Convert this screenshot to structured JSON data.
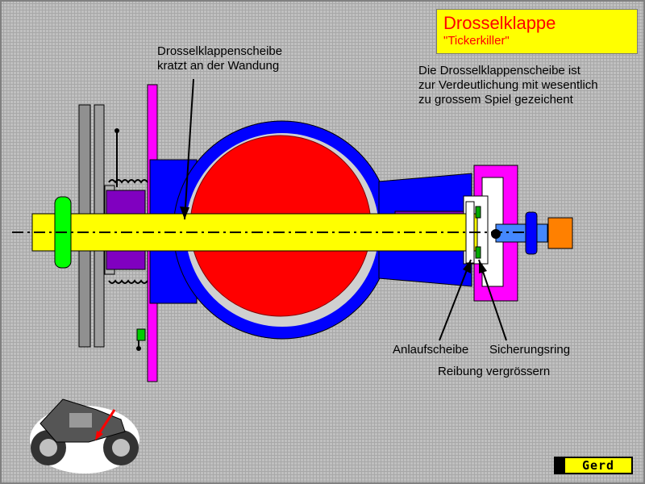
{
  "title": {
    "main": "Drosselklappe",
    "sub": "\"Tickerkiller\""
  },
  "labels": {
    "scraping_line1": "Drosselklappenscheibe",
    "scraping_line2": "kratzt an der Wandung",
    "note_line1": "Die Drosselklappenscheibe ist",
    "note_line2": "zur Verdeutlichung mit wesentlich",
    "note_line3": "zu grossem Spiel gezeichent",
    "washer": "Anlaufscheibe",
    "ring": "Sicherungsring",
    "friction": "Reibung vergrössern"
  },
  "logo": {
    "text": "Gerd"
  },
  "colors": {
    "housing": "#0000ff",
    "disc": "#ff0000",
    "shaft": "#ffff00",
    "pulley": "#808080",
    "bushing": "#8000c0",
    "flange": "#ff00ff",
    "nut": "#00ff00",
    "adjuster": "#ff8000",
    "title_bg": "#ffff00",
    "title_text": "#ff0000"
  }
}
